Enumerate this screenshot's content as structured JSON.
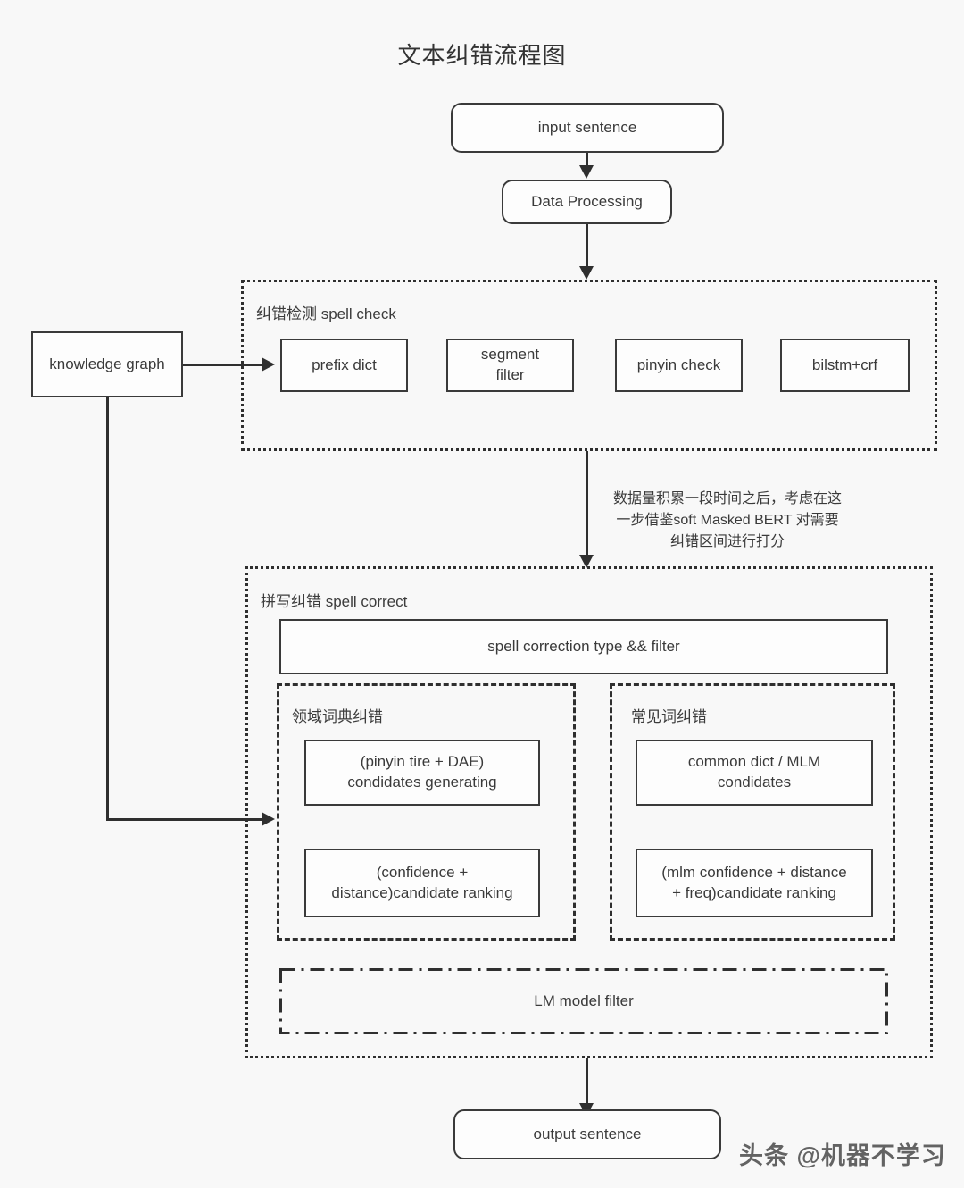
{
  "title": "文本纠错流程图",
  "flow": {
    "input_node": "input sentence",
    "data_processing_node": "Data Processing",
    "output_node": "output sentence",
    "knowledge_graph_node": "knowledge graph"
  },
  "spell_check": {
    "label": "纠错检测 spell check",
    "boxes": [
      "prefix dict",
      "segment filter",
      "pinyin check",
      "bilstm+crf"
    ]
  },
  "annotation": "数据量积累一段时间之后，考虑在这一步借鉴soft Masked BERT 对需要纠错区间进行打分",
  "spell_correct": {
    "label": "拼写纠错 spell correct",
    "type_filter_box": "spell correction type && filter",
    "lm_filter_box": "LM model filter",
    "domain_group": {
      "label": "领域词典纠错",
      "boxes": [
        "(pinyin tire + DAE) condidates generating",
        "(confidence + distance)candidate ranking"
      ]
    },
    "common_group": {
      "label": "常见词纠错",
      "boxes": [
        "common dict / MLM condidates",
        "(mlm confidence + distance + freq)candidate ranking"
      ]
    }
  },
  "watermark": "头条 @机器不学习",
  "colors": {
    "background": "#f8f8f8",
    "stroke": "#2f2f2f",
    "text": "#3a3a3a"
  }
}
